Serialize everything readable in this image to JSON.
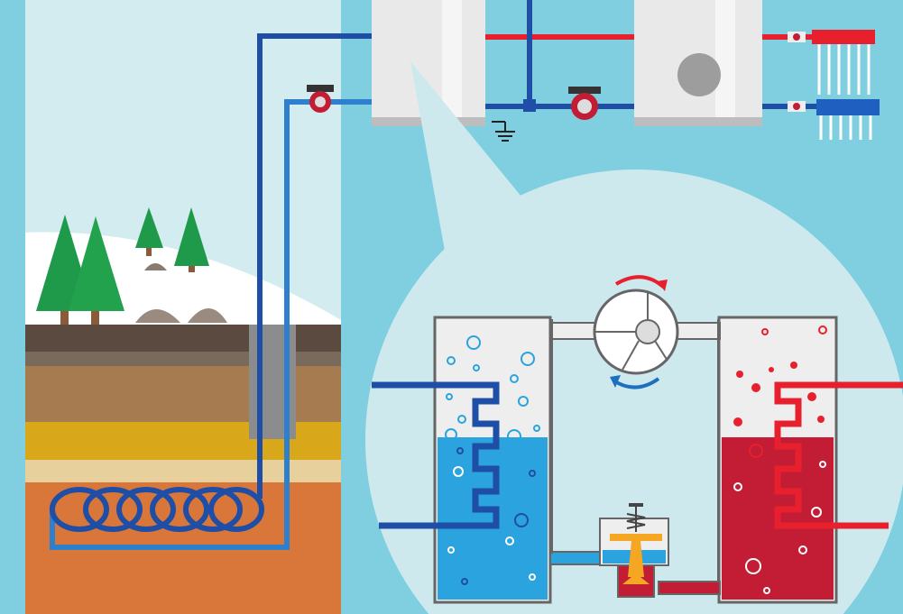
{
  "colors": {
    "background": "#7fcfe1",
    "sky": "#d3ecef",
    "snow": "#ffffff",
    "cold_pipe_dark": "#1f4ea6",
    "cold_pipe_light": "#2f7fcf",
    "hot_pipe": "#e8202e",
    "evaporator_fluid": "#2aa3df",
    "condenser_fluid": "#c31d35",
    "callout": "#cde9ee",
    "tree": "#1f9a4a",
    "soil_layers": [
      "#5b4a40",
      "#7a6a5c",
      "#a67b50",
      "#d9a81a",
      "#e7d09c",
      "#d9773a"
    ]
  },
  "components": {
    "ground_loop": "ground-coil",
    "pumps": [
      "circulation-pump",
      "circulation-pump"
    ],
    "compressor": "compressor-icon",
    "expansion_valve": "expansion-valve-icon",
    "manifolds": [
      "hot-manifold",
      "cold-manifold"
    ],
    "ground_symbol": "ground-icon"
  }
}
